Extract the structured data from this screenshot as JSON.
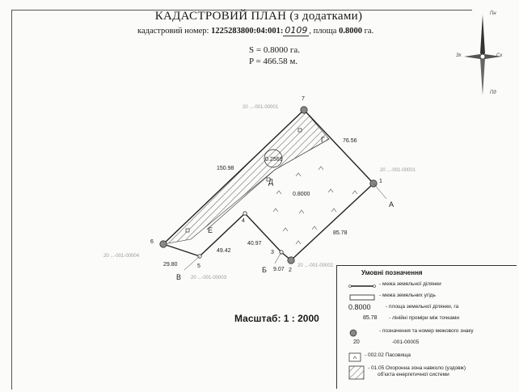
{
  "header": {
    "title": "КАДАСТРОВИЙ ПЛАН (з додатками)",
    "cadastral_prefix": "кадастровий номер: ",
    "cadastral_number": "1225283800:04:001:",
    "cadastral_handwritten": "0109",
    "area_prefix": ", площа ",
    "area_value": "0.8000",
    "area_unit": " га."
  },
  "summary": {
    "area": "S = 0.8000 га.",
    "perimeter": "P = 466.58 м."
  },
  "scale": "Масштаб: 1 : 2000",
  "compass": {
    "north": "Пн",
    "south": "Пд",
    "east": "Сх",
    "west": "Зх"
  },
  "plan": {
    "points": [
      {
        "id": "1",
        "label": "1"
      },
      {
        "id": "2",
        "label": "2"
      },
      {
        "id": "3",
        "label": "3"
      },
      {
        "id": "4",
        "label": "4"
      },
      {
        "id": "5",
        "label": "5"
      },
      {
        "id": "6",
        "label": "6"
      },
      {
        "id": "7",
        "label": "7"
      }
    ],
    "dimensions": [
      "76.56",
      "150.98",
      "49.42",
      "40.97",
      "85.78",
      "29.80",
      "9.07"
    ],
    "areas": [
      "0.2566",
      "0.8000"
    ],
    "letters": [
      "А",
      "Б",
      "В",
      "Г",
      "Д",
      "Е"
    ],
    "neighbors": [
      "20 ...-001-00001",
      "20 ...-001-00001",
      "20 ...-001-00004",
      "20 ...-001-00003",
      "20 ...-001-00002"
    ]
  },
  "legend": {
    "title": "Умовні позначення",
    "items": [
      {
        "label": "- межа земельної ділянки"
      },
      {
        "label": "- межа земельних угідь"
      },
      {
        "sample": "0.8000",
        "label": "- площа земельної ділянки, га"
      },
      {
        "sample": "85.78",
        "label": "- лінійні проміри між точками"
      },
      {
        "label": "- позначення та номер межового знаку"
      },
      {
        "sample_a": "20",
        "sample_b": "-001-00005",
        "label": ""
      },
      {
        "label": "- 002.02 Пасовища"
      },
      {
        "label": "- 01.05 Охоронна зона навколо (уздовж)",
        "label2": "об'єкта енергетичної системи"
      }
    ]
  }
}
